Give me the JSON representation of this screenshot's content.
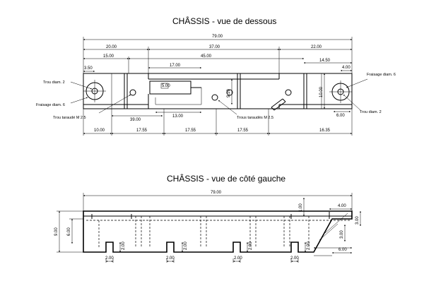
{
  "titles": {
    "bottom_view": "CHÂSSIS - vue de dessous",
    "left_view": "CHÂSSIS - vue de côté gauche"
  },
  "bottom_view": {
    "dims": {
      "overall": "79.00",
      "d20": "20.00",
      "d37": "37.00",
      "d22": "22.00",
      "d15": "15.00",
      "d45": "45.00",
      "d1450": "14.50",
      "d350": "3.50",
      "d17": "17.00",
      "d400": "4.00",
      "d500": "5.00",
      "d910": "9.10",
      "d1000": "10.00",
      "d600": "6.00",
      "d1300": "13.00",
      "d3900": "39.00",
      "b1000": "10.00",
      "b1755a": "17.55",
      "b1755b": "17.55",
      "b1755c": "17.55",
      "b1635": "16.35"
    },
    "notes": {
      "trou_left": "Trou diam. 2",
      "fraisage_left": "Fraisage diam. 6",
      "taraude_left": "Trou taraudé M 2.5",
      "trous_taraudes": "Trous taraudés M 2.5",
      "fraisage_right": "Fraisage diam. 6",
      "trou_right": "Trou diam. 2"
    }
  },
  "left_view": {
    "dims": {
      "overall": "79.00",
      "h900": "9.00",
      "h600": "6.00",
      "r100": "1.00",
      "r400": "4.00",
      "r300": "3.00",
      "r600": "6.00",
      "s200a": "2.00",
      "s200b": "2.00",
      "s200c": "2.00",
      "s200d": "2.00",
      "s200e": "2.00",
      "s200f": "2.00",
      "s200g": "2.00",
      "s200h": "2.00"
    }
  }
}
